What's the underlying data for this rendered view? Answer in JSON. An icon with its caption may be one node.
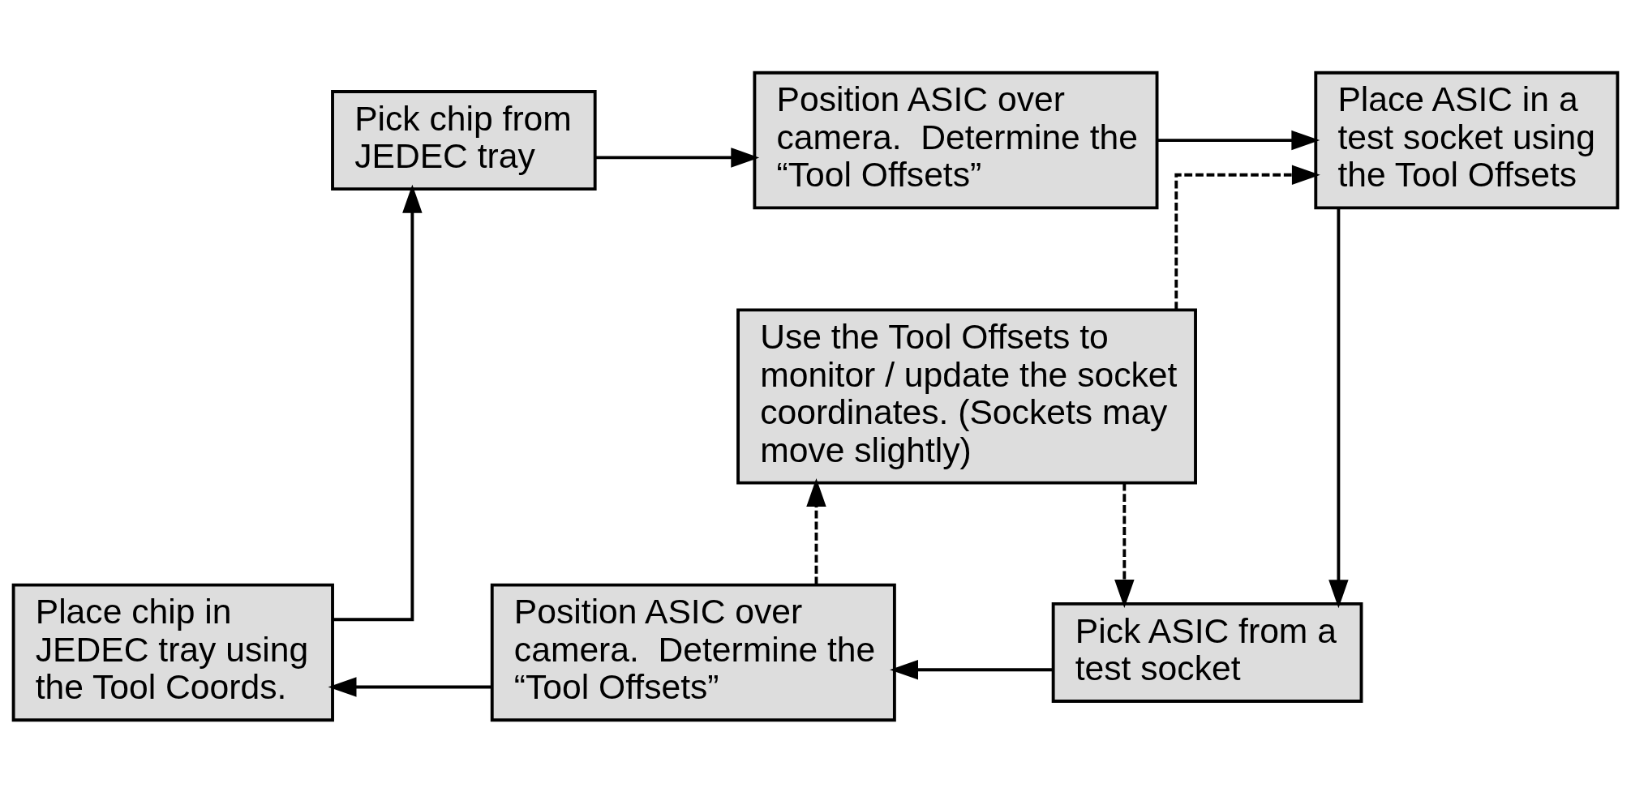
{
  "diagram": {
    "nodes": [
      {
        "text": [
          "Pick chip from JEDEC tray"
        ]
      },
      {
        "text": [
          "Position ASIC over camera.  Determine the “Tool Offsets”"
        ]
      },
      {
        "text": [
          "Place ASIC in a test socket using the Tool Offsets"
        ]
      },
      {
        "text": [
          "Use the Tool Offsets to monitor / update the socket coordinates. (Sockets may move slightly)"
        ]
      },
      {
        "text": [
          "Place chip in JEDEC tray using the Tool Coords."
        ]
      },
      {
        "text": [
          "Position ASIC over camera.  Determine the “Tool Offsets”"
        ]
      },
      {
        "text": [
          "Pick ASIC from a test socket"
        ]
      }
    ],
    "edges": [
      {
        "from": 0,
        "to": 1,
        "arrow": "to"
      },
      {
        "from": 1,
        "to": 2,
        "arrow": "to"
      },
      {
        "from": 2,
        "to": 6,
        "arrow": "to"
      },
      {
        "from": 6,
        "to": 5,
        "arrow": "to"
      },
      {
        "from": 5,
        "to": 4,
        "arrow": "to"
      },
      {
        "from": 4,
        "to": 0,
        "arrow": "to"
      },
      {
        "from": 3,
        "to": 2,
        "arrow": "to",
        "style": "dashed"
      },
      {
        "from": 3,
        "to": 6,
        "arrow": "to",
        "style": "dashed"
      },
      {
        "from": 5,
        "to": 3,
        "arrow": "to",
        "style": "dashed"
      }
    ]
  }
}
